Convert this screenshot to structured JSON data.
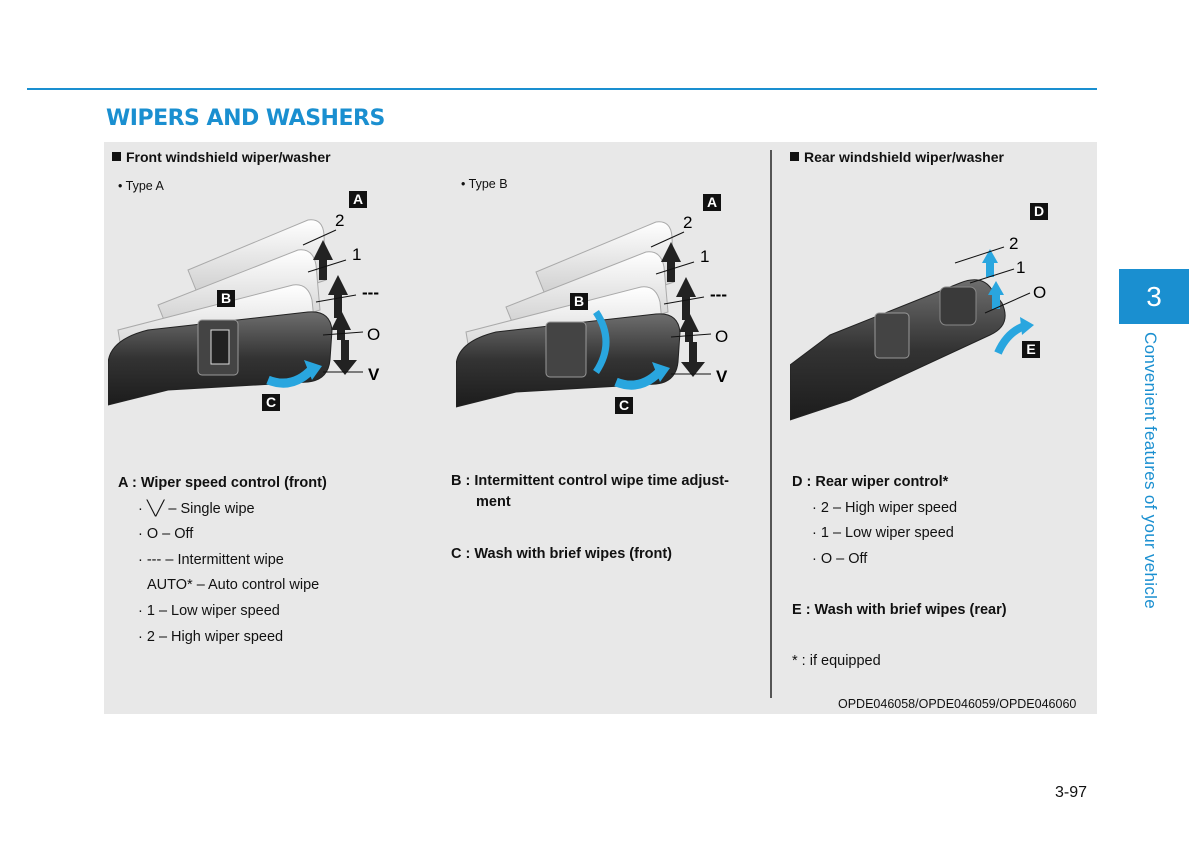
{
  "header": {
    "title": "WIPERS AND WASHERS"
  },
  "front": {
    "heading": "Front windshield wiper/washer",
    "type_a": "• Type A",
    "type_b": "• Type B",
    "labels": {
      "a": "A",
      "b": "B",
      "c": "C"
    },
    "positions": [
      "2",
      "1",
      "---",
      "O",
      "V"
    ]
  },
  "rear": {
    "heading": "Rear windshield wiper/washer",
    "labels": {
      "d": "D",
      "e": "E"
    },
    "positions": [
      "2",
      "1",
      "O"
    ]
  },
  "captions": {
    "a_head": "A : Wiper speed control (front)",
    "a_items": [
      "· ╲╱  – Single wipe",
      "· O  – Off",
      "· --- – Intermittent wipe",
      "AUTO* – Auto control wipe",
      "· 1 – Low wiper speed",
      "· 2  – High wiper speed"
    ],
    "b_head_1": "B : Intermittent control wipe time adjust-",
    "b_head_2": "ment",
    "c_head": "C : Wash with brief wipes (front)",
    "d_head": "D : Rear wiper control*",
    "d_items": [
      "· 2 – High wiper speed",
      "· 1 – Low wiper speed",
      "· O  – Off"
    ],
    "e_head": "E : Wash with brief wipes (rear)",
    "footnote": "* : if equipped"
  },
  "image_code": "OPDE046058/OPDE046059/OPDE046060",
  "side_tab": {
    "number": "3",
    "text": "Convenient features of your vehicle"
  },
  "page_number": "3-97",
  "colors": {
    "accent": "#1a8fd0",
    "panel": "#e8e8e8",
    "arrow_blue": "#29a6df"
  }
}
